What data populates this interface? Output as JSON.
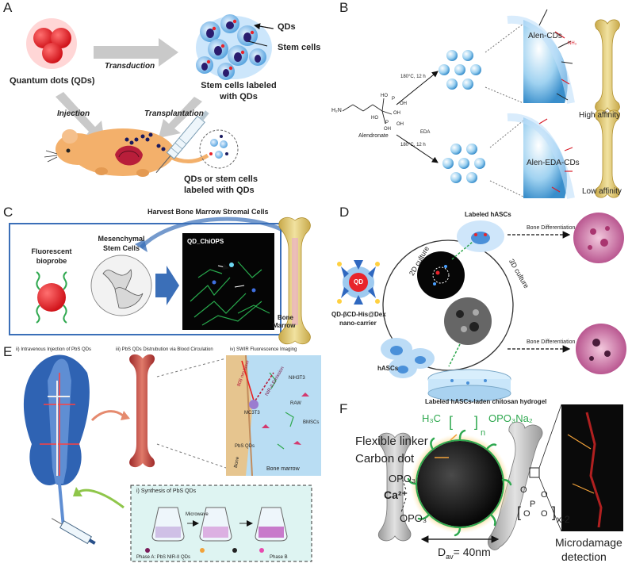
{
  "panels": {
    "A": {
      "letter": "A",
      "qds_label": "Quantum dots (QDs)",
      "transduction": "Transduction",
      "injection": "Injection",
      "transplantation": "Transplantation",
      "qds": "QDs",
      "stem_cells": "Stem cells",
      "labeled_line1": "Stem cells labeled",
      "labeled_line2": "with QDs",
      "qd_or_line1": "QDs or stem cells",
      "qd_or_line2": "labeled with QDs"
    },
    "B": {
      "letter": "B",
      "alen_cds": "Alen-CDs",
      "alen_eda_cds": "Alen-EDA-CDs",
      "high_affinity": "High affinity",
      "low_affinity": "Low affinity",
      "alendronate": "Alendronate",
      "cond1": "180°C, 12 h",
      "cond2": "180°C, 12 h",
      "eda": "EDA",
      "h2n": "H₂N",
      "ho_top": "HO",
      "oh_1": "OH",
      "p_1": "P",
      "oh_2": "OH",
      "ho_p": "HO",
      "p_2": "P",
      "oh_3": "OH",
      "oh_4": "OH",
      "nh3": "NH₃"
    },
    "C": {
      "letter": "C",
      "harvest": "Harvest Bone Marrow Stromal Cells",
      "fluorescent": "Fluorescent",
      "bioprobe": "bioprobe",
      "mesenchymal": "Mesenchymal",
      "stem_cells": "Stem Cells",
      "qd_chiops": "QD_ChiOPS",
      "bone": "Bone",
      "marrow": "Marrow"
    },
    "D": {
      "letter": "D",
      "labeled_hascs": "Labeled hASCs",
      "bone_diff_1": "Bone Differentiation",
      "bone_diff_2": "Bone Differentiation",
      "culture_2d": "2D culture",
      "culture_3d": "3D culture",
      "qd": "QD",
      "carrier_1": "QD-βCD-His@Dex",
      "carrier_2": "nano-carrier",
      "hascs": "hASCs",
      "hydrogel": "Labeled hASCs-laden chitosan hydrogel"
    },
    "E": {
      "letter": "E",
      "step2": "ii) Intravenous Injection of PbS QDs",
      "step3": "iii) PbS QDs Distrubution via Blood Circulation",
      "step4": "iv) SWIR Fluorescence Imaging",
      "laser": "808 nm laser",
      "nir": "NIR-II Emission",
      "mc3t3": "MC3T3",
      "pbs": "PbS QDs",
      "bone": "Bone",
      "bone_marrow": "Bone marrow",
      "nih3t3": "NIH3T3",
      "raw": "RAW",
      "bmscs": "BMSCs",
      "step1": "i) Synthesis of PbS QDs",
      "microwave": "Microwave",
      "phase_a": "Phase A: PbS NIR-II QDs",
      "phase_b": "Phase B"
    },
    "F": {
      "letter": "F",
      "formula_h3c": "H₃C",
      "formula_n": "n",
      "formula_opo3": "OPO₃Na₂",
      "flexible_linker": "Flexible linker",
      "carbon_dot": "Carbon dot",
      "opo3_top": "OPO₃",
      "ca": "Ca²⁺",
      "opo3_bot": "OPO₃",
      "o_1": "O",
      "o_2": "O",
      "p": "P",
      "o_3": "O",
      "o_4": "O",
      "x2": "x-2",
      "dav": "D",
      "dav_sub": "av",
      "dav_val": "= 40nm",
      "microdamage": "Microdamage",
      "detection": "detection"
    }
  },
  "colors": {
    "red_qd": "#e8242b",
    "cell_blue": "#4a90d9",
    "bone_yellow": "#e9d68a",
    "green": "#2fa84f",
    "mouse_orange": "#f3b06b",
    "mauve": "#c064a6"
  }
}
